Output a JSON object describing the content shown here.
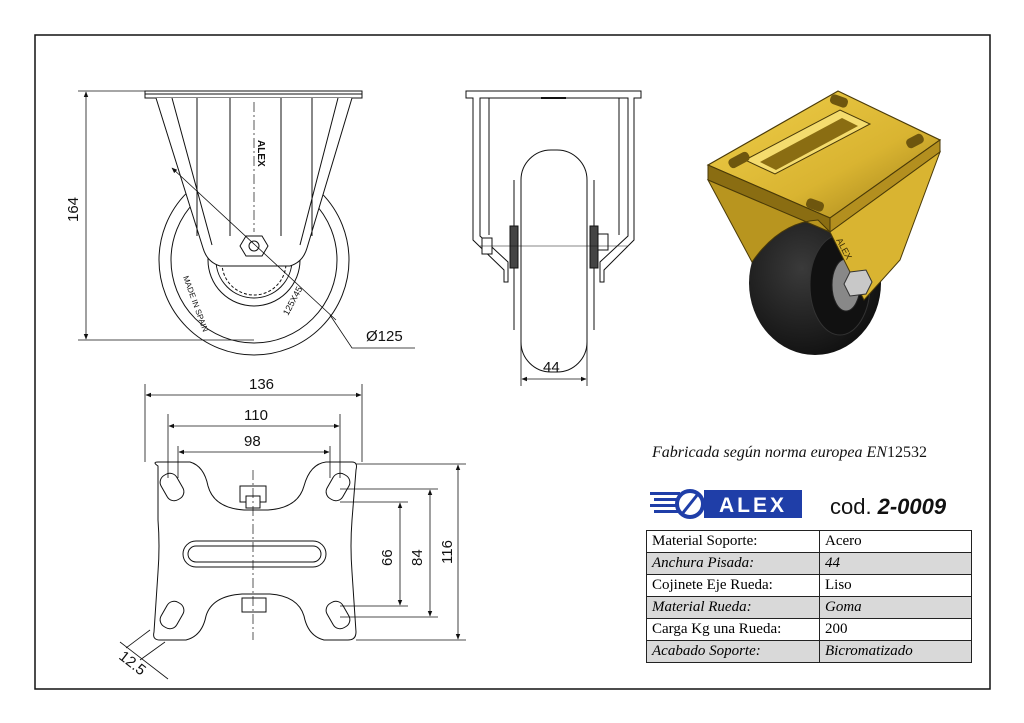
{
  "dimensions": {
    "height_164": "164",
    "wheel_dia": "Ø125",
    "tread_44": "44",
    "plate_136": "136",
    "holes_110": "110",
    "holes_98": "98",
    "holes_66": "66",
    "holes_84": "84",
    "plate_116": "116",
    "slot_12_5": "12.5"
  },
  "wheel_text": {
    "rim_left": "MADE IN SPAIN",
    "rim_right": "125X45",
    "fork_logo": "ALEX"
  },
  "title_block": {
    "norm_text": "Fabricada según norma europea EN",
    "norm_code": "12532",
    "logo_text": "ALEX",
    "cod_label": "cod.",
    "cod_value": "2-0009"
  },
  "specs": [
    {
      "label": "Material Soporte:",
      "value": "Acero"
    },
    {
      "label": "Anchura Pisada:",
      "value": "44"
    },
    {
      "label": "Cojinete Eje Rueda:",
      "value": "Liso"
    },
    {
      "label": "Material Rueda:",
      "value": "Goma"
    },
    {
      "label": "Carga Kg una Rueda:",
      "value": "200"
    },
    {
      "label": "Acabado Soporte:",
      "value": "Bicromatizado"
    }
  ],
  "colors": {
    "bracket": "#d9b431",
    "bracket_dark": "#8a6d12",
    "wheel": "#1c1c1c",
    "logo_blue": "#1f3ea8"
  }
}
